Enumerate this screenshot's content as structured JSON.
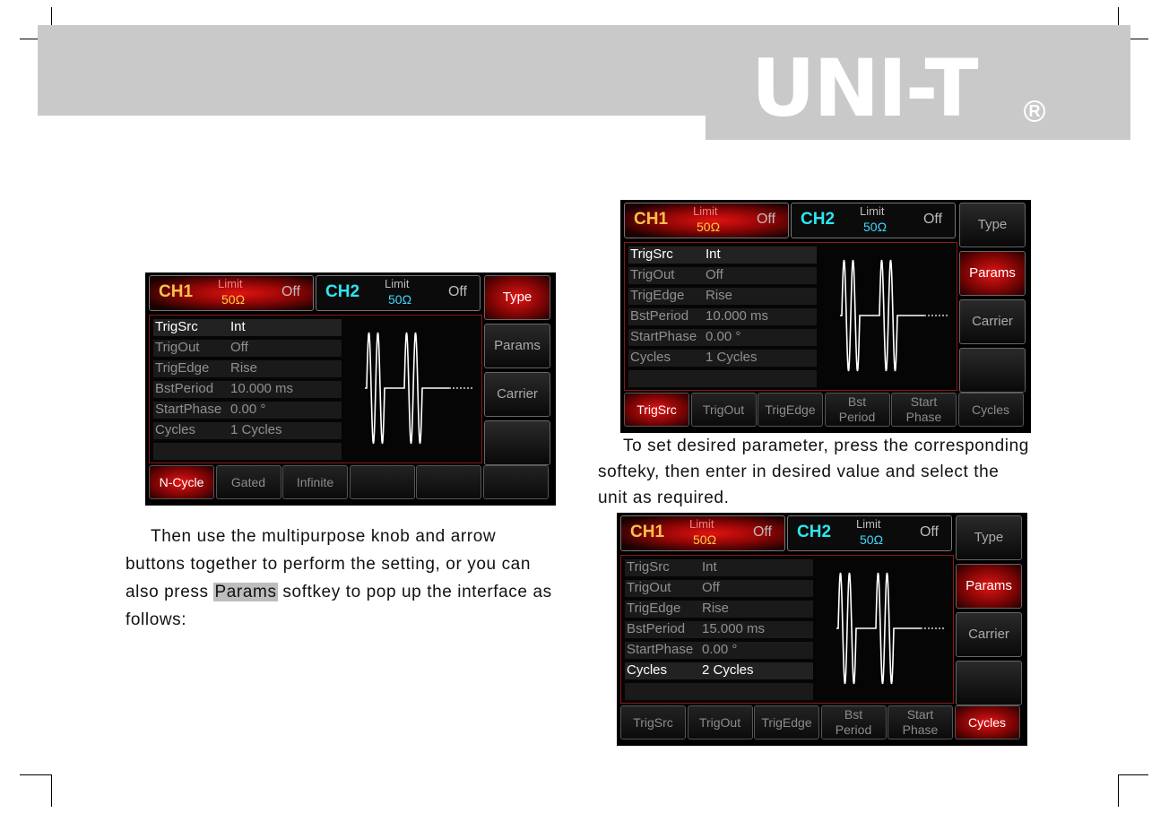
{
  "header": {
    "logo": "UNI-T",
    "reg": "R"
  },
  "text": {
    "para1_l1": "Then use the multipurpose knob and arrow",
    "para1_l2": "buttons together to perform the setting, or you can",
    "para1_l3_pre": "also press ",
    "para1_l3_hl": "Params",
    "para1_l3_post": " softkey to pop up the interface as",
    "para1_l4": "follows:",
    "para2_l1": "To set desired parameter, press the corresponding",
    "para2_l2": "softeky, then enter in desired value and select the",
    "para2_l3": "unit as required."
  },
  "screens": {
    "s1": {
      "ch1": {
        "label": "CH1",
        "limit": "Limit",
        "ohm": "50Ω",
        "state": "Off"
      },
      "ch2": {
        "label": "CH2",
        "limit": "Limit",
        "ohm": "50Ω",
        "state": "Off"
      },
      "params": [
        {
          "name": "TrigSrc",
          "value": "Int"
        },
        {
          "name": "TrigOut",
          "value": "Off"
        },
        {
          "name": "TrigEdge",
          "value": "Rise"
        },
        {
          "name": "BstPeriod",
          "value": "10.000 ms"
        },
        {
          "name": "StartPhase",
          "value": "0.00 °"
        },
        {
          "name": "Cycles",
          "value": "1 Cycles"
        }
      ],
      "side": [
        "Type",
        "Params",
        "Carrier",
        ""
      ],
      "bottom": [
        "N-Cycle",
        "Gated",
        "Infinite",
        "",
        "",
        ""
      ]
    },
    "s2": {
      "ch1": {
        "label": "CH1",
        "limit": "Limit",
        "ohm": "50Ω",
        "state": "Off"
      },
      "ch2": {
        "label": "CH2",
        "limit": "Limit",
        "ohm": "50Ω",
        "state": "Off"
      },
      "params": [
        {
          "name": "TrigSrc",
          "value": "Int"
        },
        {
          "name": "TrigOut",
          "value": "Off"
        },
        {
          "name": "TrigEdge",
          "value": "Rise"
        },
        {
          "name": "BstPeriod",
          "value": "10.000 ms"
        },
        {
          "name": "StartPhase",
          "value": "0.00 °"
        },
        {
          "name": "Cycles",
          "value": "1 Cycles"
        }
      ],
      "side": [
        "Type",
        "Params",
        "Carrier",
        ""
      ],
      "bottom": [
        [
          "TrigSrc"
        ],
        [
          "TrigOut"
        ],
        [
          "TrigEdge"
        ],
        [
          "Bst",
          "Period"
        ],
        [
          "Start",
          "Phase"
        ],
        [
          "Cycles"
        ]
      ]
    },
    "s3": {
      "ch1": {
        "label": "CH1",
        "limit": "Limit",
        "ohm": "50Ω",
        "state": "Off"
      },
      "ch2": {
        "label": "CH2",
        "limit": "Limit",
        "ohm": "50Ω",
        "state": "Off"
      },
      "params": [
        {
          "name": "TrigSrc",
          "value": "Int"
        },
        {
          "name": "TrigOut",
          "value": "Off"
        },
        {
          "name": "TrigEdge",
          "value": "Rise"
        },
        {
          "name": "BstPeriod",
          "value": "15.000 ms"
        },
        {
          "name": "StartPhase",
          "value": "0.00 °"
        },
        {
          "name": "Cycles",
          "value": "2 Cycles"
        }
      ],
      "side": [
        "Type",
        "Params",
        "Carrier",
        ""
      ],
      "bottom": [
        [
          "TrigSrc"
        ],
        [
          "TrigOut"
        ],
        [
          "TrigEdge"
        ],
        [
          "Bst",
          "Period"
        ],
        [
          "Start",
          "Phase"
        ],
        [
          "Cycles"
        ]
      ]
    }
  }
}
